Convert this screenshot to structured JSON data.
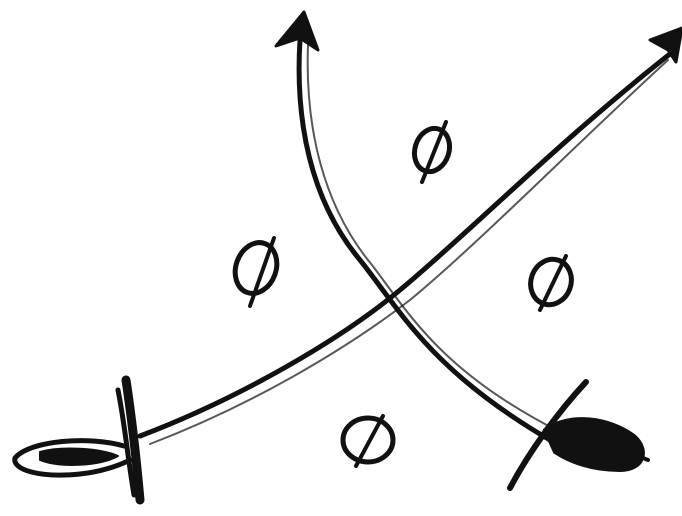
{
  "drawing": {
    "description_kind": "hand-drawn sketch",
    "ink_color": "#111111",
    "background": "#ffffff",
    "arrows": [
      {
        "name": "curved-arrow-to-top",
        "direction": "up"
      },
      {
        "name": "curved-arrow-to-top-right",
        "direction": "up-right"
      }
    ],
    "marks": [
      {
        "name": "empty-set-symbol",
        "glyph": "∅",
        "region": "top"
      },
      {
        "name": "empty-set-symbol",
        "glyph": "∅",
        "region": "left"
      },
      {
        "name": "empty-set-symbol",
        "glyph": "∅",
        "region": "right"
      },
      {
        "name": "empty-set-symbol",
        "glyph": "∅",
        "region": "bottom"
      }
    ]
  }
}
